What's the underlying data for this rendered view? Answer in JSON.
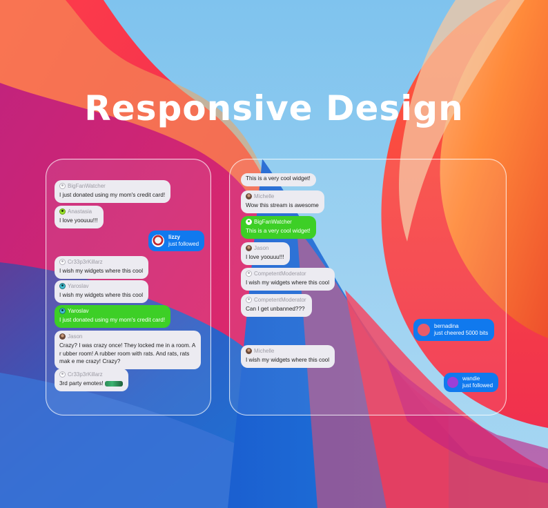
{
  "title": "Responsive Design",
  "colors": {
    "bubble_gray": "#ecebf1",
    "bubble_green": "#3dcf26",
    "bubble_blue": "#1079ee",
    "title_text": "#ffffff"
  },
  "left_panel": {
    "messages": [
      {
        "user": "BigFanWatcher",
        "text": "I just donated using my mom's credit card!",
        "style": "gray",
        "icon": "user-icon"
      },
      {
        "user": "Anastasia",
        "text": "I love yoouuu!!!",
        "style": "gray",
        "icon": "user-icon"
      },
      {
        "user": "lizzy",
        "text": "just followed",
        "style": "blue",
        "icon": "avatar"
      },
      {
        "user": "Cr33p3rKillarz",
        "text": "I wish my widgets where this cool",
        "style": "gray",
        "icon": "user-icon"
      },
      {
        "user": "Yaroslav",
        "text": "I wish my widgets where this cool",
        "style": "gray",
        "icon": "user-icon"
      },
      {
        "user": "Yaroslav",
        "text": "I just donated using my mom's credit card!",
        "style": "green",
        "icon": "user-icon"
      },
      {
        "user": "Jason",
        "text": "Crazy? I was crazy once! They locked me in a room. A r ubber room! A rubber room with rats. And rats, rats mak e me crazy! Crazy?",
        "style": "gray",
        "icon": "avatar"
      },
      {
        "user": "Cr33p3rKillarz",
        "text": "3rd party emotes!",
        "style": "gray",
        "icon": "user-icon",
        "emote": "emote-image"
      }
    ]
  },
  "right_panel": {
    "messages": [
      {
        "user": "",
        "text": "This is a very cool widget!",
        "style": "gray"
      },
      {
        "user": "Michelle",
        "text": "Wow this stream is awesome",
        "style": "gray",
        "icon": "avatar"
      },
      {
        "user": "BigFanWatcher",
        "text": "This is a very cool widget!",
        "style": "green",
        "icon": "user-icon"
      },
      {
        "user": "Jason",
        "text": "I love yoouuu!!!",
        "style": "gray",
        "icon": "avatar"
      },
      {
        "user": "CompetentModerator",
        "text": "I wish my widgets where this cool",
        "style": "gray",
        "icon": "user-icon"
      },
      {
        "user": "CompetentModerator",
        "text": "Can I get unbanned???",
        "style": "gray",
        "icon": "user-icon"
      },
      {
        "user": "bernadina",
        "text": "just cheered 5000 bits",
        "style": "blue",
        "icon": "user-icon"
      },
      {
        "user": "Michelle",
        "text": "I wish my widgets where this cool",
        "style": "gray",
        "icon": "avatar"
      },
      {
        "user": "wandie",
        "text": "just followed",
        "style": "blue",
        "icon": "user-icon"
      }
    ]
  }
}
